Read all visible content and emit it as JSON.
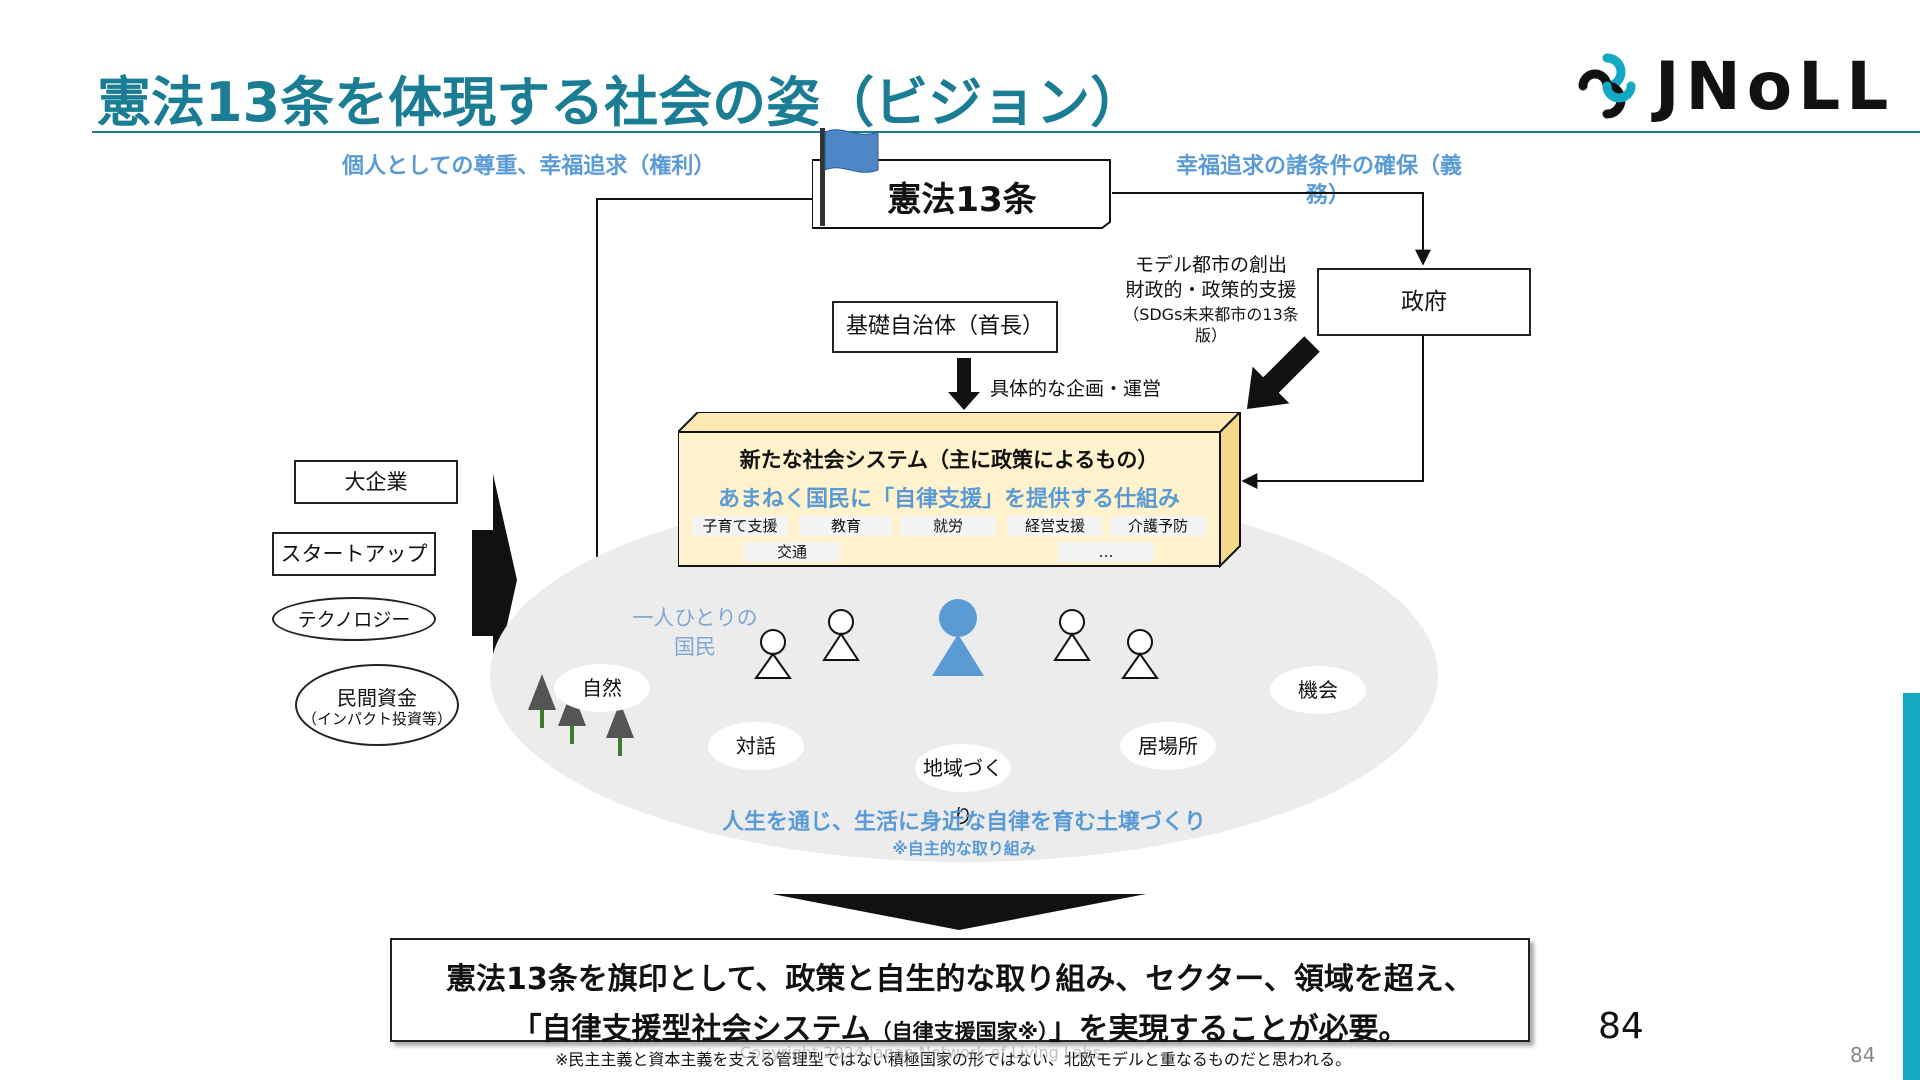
{
  "header": {
    "title": "憲法13条を体現する社会の姿（ビジョン）",
    "logo_text": "JNoLL"
  },
  "labels": {
    "rights": "個人としての尊重、幸福追求（権利）",
    "duty_line1": "幸福追求の諸条件の確保（義",
    "duty_line2": "務）",
    "constitution": "憲法13条",
    "government": "政府",
    "municipality": "基礎自治体（首長）",
    "planning": "具体的な企画・運営",
    "gov_support_line1": "モデル都市の創出",
    "gov_support_line2": "財政的・政策的支援",
    "gov_support_line3": "（SDGs未来都市の13条",
    "gov_support_line4": "版）"
  },
  "system_box": {
    "title": "新たな社会システム（主に政策によるもの）",
    "subtitle": "あまねく国民に「自律支援」を提供する仕組み",
    "chips": [
      "子育て支援",
      "教育",
      "就労",
      "経営支援",
      "介護予防",
      "交通",
      "…"
    ]
  },
  "actors": {
    "large_company": "大企業",
    "startup": "スタートアップ",
    "technology": "テクノロジー",
    "private_funds_line1": "民間資金",
    "private_funds_line2": "（インパクト投資等）"
  },
  "citizens": {
    "line1": "一人ひとりの",
    "line2": "国民"
  },
  "elements": {
    "nature": "自然",
    "dialogue": "対話",
    "community": "地域づくり",
    "place": "居場所",
    "opportunity": "機会"
  },
  "ground": {
    "main": "人生を通じ、生活に身近な自律を育む土壌づくり",
    "note": "※自主的な取り組み"
  },
  "conclusion": {
    "line1": "憲法13条を旗印として、政策と自生的な取り組み、セクター、領域を超え、",
    "line2_a": "「自律支援型社会システム",
    "line2_b": "（自律支援国家※）",
    "line2_c": "」を実現することが必要。"
  },
  "footnote": "※民主主義と資本主義を支える管理型ではない積極国家の形ではない、北欧モデルと重なるものだと思われる。",
  "copyright": "Copyright 2024 Japan Network of Living Labs",
  "page_number": "84",
  "page_number_small": "84",
  "colors": {
    "title": "#1a7d94",
    "accent_blue": "#5b9bd5",
    "system_fill": "#fff2cc",
    "teal_bar": "#14a9c3"
  }
}
